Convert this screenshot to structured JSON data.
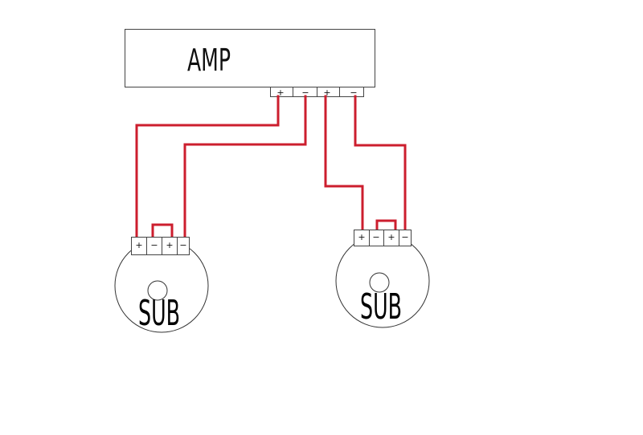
{
  "amp": {
    "label": "AMP",
    "terminals": [
      "+",
      "−",
      "+",
      "−"
    ]
  },
  "subs": [
    {
      "label": "SUB",
      "terminals": [
        "+",
        "−",
        "+",
        "−"
      ]
    },
    {
      "label": "SUB",
      "terminals": [
        "+",
        "−",
        "+",
        "−"
      ]
    }
  ],
  "colors": {
    "wire": "#cc1e2e",
    "outline": "#444444",
    "background": "#ffffff"
  }
}
